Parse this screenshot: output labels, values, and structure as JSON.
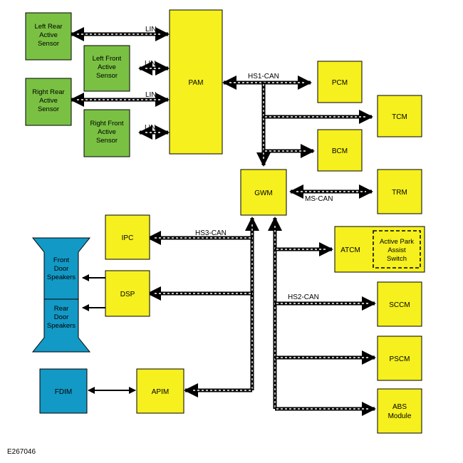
{
  "modules": {
    "left_rear_sensor": [
      "Left Rear",
      "Active",
      "Sensor"
    ],
    "left_front_sensor": [
      "Left Front",
      "Active",
      "Sensor"
    ],
    "right_rear_sensor": [
      "Right Rear",
      "Active",
      "Sensor"
    ],
    "right_front_sensor": [
      "Right Front",
      "Active",
      "Sensor"
    ],
    "pam": "PAM",
    "pcm": "PCM",
    "tcm": "TCM",
    "bcm": "BCM",
    "gwm": "GWM",
    "trm": "TRM",
    "ipc": "IPC",
    "dsp": "DSP",
    "atcm": "ATCM",
    "active_park_assist_switch": [
      "Active Park",
      "Assist",
      "Switch"
    ],
    "sccm": "SCCM",
    "pscm": "PSCM",
    "abs_module": [
      "ABS",
      "Module"
    ],
    "apim": "APIM",
    "fdim": "FDIM",
    "front_door_speakers": [
      "Front",
      "Door",
      "Speakers"
    ],
    "rear_door_speakers": [
      "Rear",
      "Door",
      "Speakers"
    ]
  },
  "buses": {
    "lin_1": "LIN",
    "lin_2": "LIN",
    "lin_3": "LIN",
    "lin_4": "LIN",
    "hs1_can": "HS1-CAN",
    "ms_can": "MS-CAN",
    "hs3_can": "HS3-CAN",
    "hs2_can": "HS2-CAN"
  },
  "colors": {
    "sensor": "#7ac143",
    "module": "#f5f01e",
    "peripheral": "#1399c6",
    "bus_line": "#000000",
    "bus_dash": "#ffffff"
  },
  "figure_id": "E267046"
}
